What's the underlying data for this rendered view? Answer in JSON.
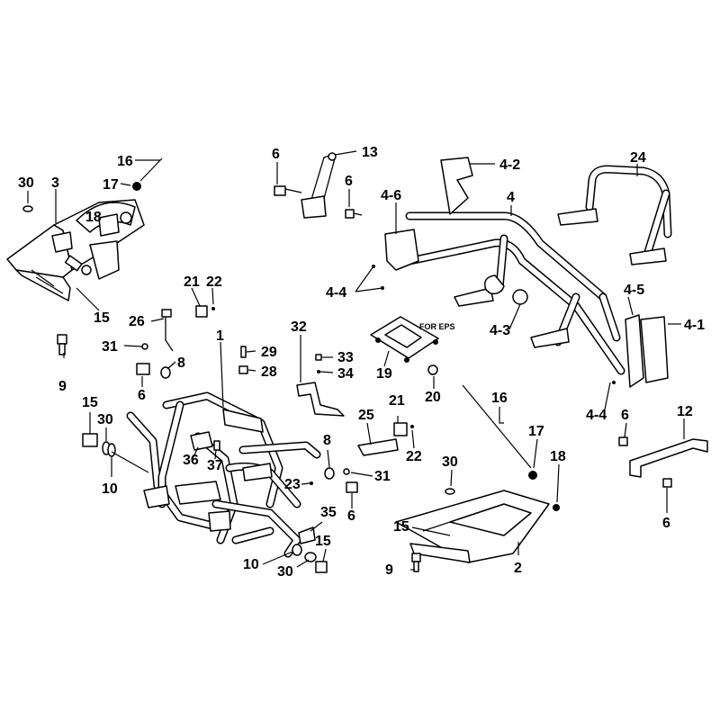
{
  "diagram": {
    "note": "FOR EPS",
    "labels": [
      {
        "id": "l-16a",
        "text": "16"
      },
      {
        "id": "l-17a",
        "text": "17"
      },
      {
        "id": "l-30a",
        "text": "30"
      },
      {
        "id": "l-3",
        "text": "3"
      },
      {
        "id": "l-18a",
        "text": "18"
      },
      {
        "id": "l-15a",
        "text": "15"
      },
      {
        "id": "l-9a",
        "text": "9"
      },
      {
        "id": "l-6a",
        "text": "6"
      },
      {
        "id": "l-13",
        "text": "13"
      },
      {
        "id": "l-6b",
        "text": "6"
      },
      {
        "id": "l-4-2",
        "text": "4-2"
      },
      {
        "id": "l-4-6",
        "text": "4-6"
      },
      {
        "id": "l-4",
        "text": "4"
      },
      {
        "id": "l-24",
        "text": "24"
      },
      {
        "id": "l-4-4a",
        "text": "4-4"
      },
      {
        "id": "l-4-3",
        "text": "4-3"
      },
      {
        "id": "l-4-5",
        "text": "4-5"
      },
      {
        "id": "l-4-1",
        "text": "4-1"
      },
      {
        "id": "l-21a",
        "text": "21"
      },
      {
        "id": "l-22a",
        "text": "22"
      },
      {
        "id": "l-26",
        "text": "26"
      },
      {
        "id": "l-31a",
        "text": "31"
      },
      {
        "id": "l-1",
        "text": "1"
      },
      {
        "id": "l-8a",
        "text": "8"
      },
      {
        "id": "l-6c",
        "text": "6"
      },
      {
        "id": "l-29",
        "text": "29"
      },
      {
        "id": "l-28",
        "text": "28"
      },
      {
        "id": "l-32",
        "text": "32"
      },
      {
        "id": "l-33",
        "text": "33"
      },
      {
        "id": "l-34",
        "text": "34"
      },
      {
        "id": "l-19",
        "text": "19"
      },
      {
        "id": "l-20",
        "text": "20"
      },
      {
        "id": "l-16b",
        "text": "16"
      },
      {
        "id": "l-4-4b",
        "text": "4-4"
      },
      {
        "id": "l-6d",
        "text": "6"
      },
      {
        "id": "l-12",
        "text": "12"
      },
      {
        "id": "l-15b",
        "text": "15"
      },
      {
        "id": "l-30b",
        "text": "30"
      },
      {
        "id": "l-10a",
        "text": "10"
      },
      {
        "id": "l-36",
        "text": "36"
      },
      {
        "id": "l-37",
        "text": "37"
      },
      {
        "id": "l-21b",
        "text": "21"
      },
      {
        "id": "l-25",
        "text": "25"
      },
      {
        "id": "l-22b",
        "text": "22"
      },
      {
        "id": "l-8b",
        "text": "8"
      },
      {
        "id": "l-31b",
        "text": "31"
      },
      {
        "id": "l-23",
        "text": "23"
      },
      {
        "id": "l-6e",
        "text": "6"
      },
      {
        "id": "l-17b",
        "text": "17"
      },
      {
        "id": "l-18b",
        "text": "18"
      },
      {
        "id": "l-30c",
        "text": "30"
      },
      {
        "id": "l-15c",
        "text": "15"
      },
      {
        "id": "l-9b",
        "text": "9"
      },
      {
        "id": "l-2",
        "text": "2"
      },
      {
        "id": "l-35",
        "text": "35"
      },
      {
        "id": "l-15d",
        "text": "15"
      },
      {
        "id": "l-10b",
        "text": "10"
      },
      {
        "id": "l-30d",
        "text": "30"
      },
      {
        "id": "l-6f",
        "text": "6"
      }
    ]
  }
}
